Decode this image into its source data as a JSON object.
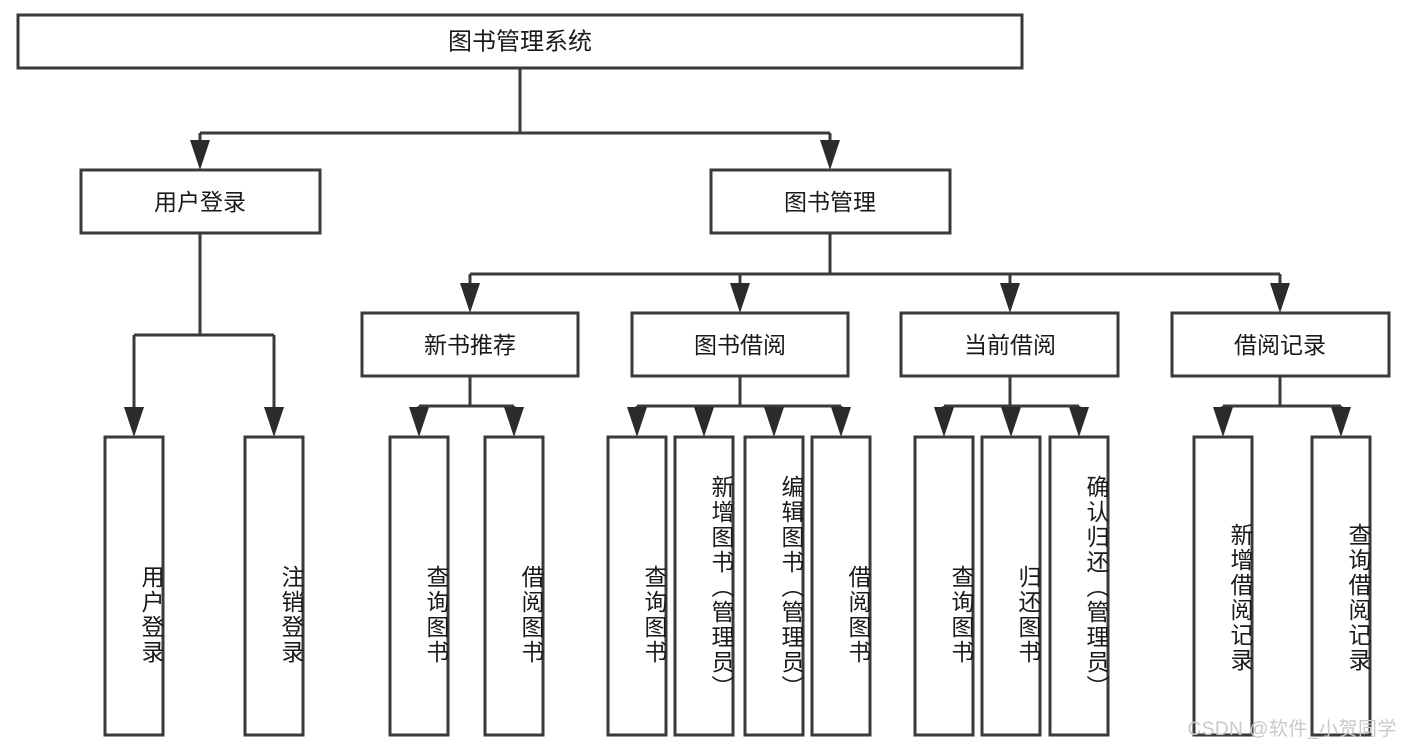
{
  "diagram": {
    "title": "图书管理系统",
    "type": "tree-hierarchy-chart",
    "root": {
      "label": "图书管理系统"
    },
    "level2": [
      {
        "label": "用户登录"
      },
      {
        "label": "图书管理"
      }
    ],
    "level3": [
      {
        "label": "新书推荐"
      },
      {
        "label": "图书借阅"
      },
      {
        "label": "当前借阅"
      },
      {
        "label": "借阅记录"
      }
    ],
    "leaves": {
      "user_login": [
        {
          "label": "用户登录"
        },
        {
          "label": "注销登录"
        }
      ],
      "new_book_recommend": [
        {
          "label": "查询图书"
        },
        {
          "label": "借阅图书"
        }
      ],
      "book_borrow": [
        {
          "label": "查询图书"
        },
        {
          "label": "新增图书（管理员）"
        },
        {
          "label": "编辑图书（管理员）"
        },
        {
          "label": "借阅图书"
        }
      ],
      "current_borrow": [
        {
          "label": "查询图书"
        },
        {
          "label": "归还图书"
        },
        {
          "label": "确认归还（管理员）"
        }
      ],
      "borrow_record": [
        {
          "label": "新增借阅记录"
        },
        {
          "label": "查询借阅记录"
        }
      ]
    },
    "watermark": "CSDN @软件_小贺同学",
    "colors": {
      "box_stroke": "#3a3a3a",
      "box_fill": "#ffffff",
      "connector": "#3a3a3a",
      "text": "#1a1a1a",
      "watermark": "#c9c9c9",
      "background": "#ffffff"
    }
  }
}
